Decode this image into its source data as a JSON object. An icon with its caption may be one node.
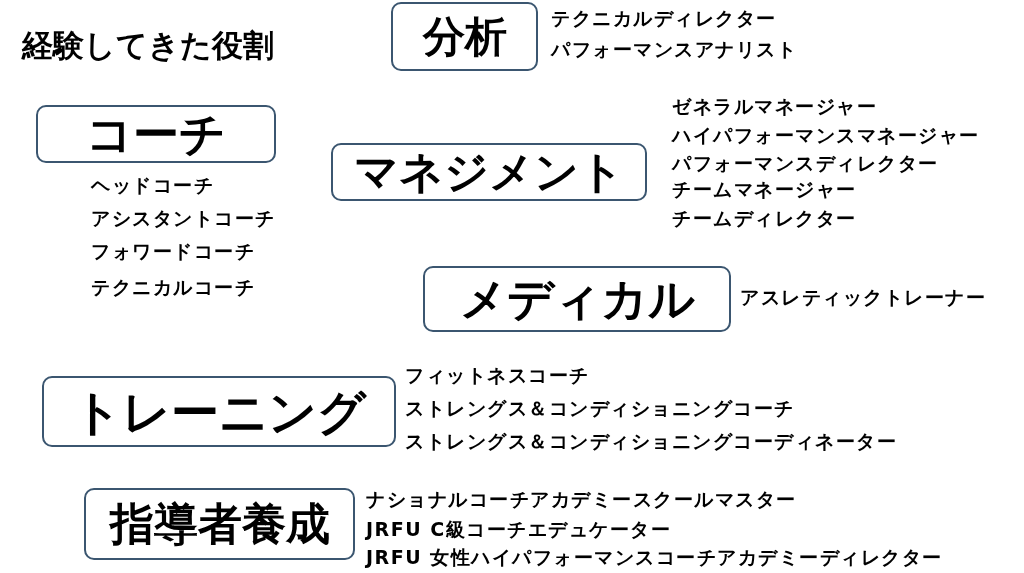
{
  "diagram": {
    "title": "経験してきた役割",
    "nodes": [
      {
        "text": [
          "分析"
        ],
        "beside": [
          "テクニカルディレクター",
          "パフォーマンスアナリスト"
        ]
      },
      {
        "text": [
          "コーチ"
        ],
        "beside": [
          "ヘッドコーチ",
          "アシスタントコーチ",
          "フォワードコーチ",
          "テクニカルコーチ"
        ]
      },
      {
        "text": [
          "マネジメント"
        ],
        "beside": [
          "ゼネラルマネージャー",
          "ハイパフォーマンスマネージャー",
          "パフォーマンスディレクター",
          "チームマネージャー",
          "チームディレクター"
        ]
      },
      {
        "text": [
          "メディカル"
        ],
        "beside": [
          "アスレティックトレーナー"
        ]
      },
      {
        "text": [
          "トレーニング"
        ],
        "beside": [
          "フィットネスコーチ",
          "ストレングス＆コンディショニングコーチ",
          "ストレングス＆コンディショニングコーディネーター"
        ]
      },
      {
        "text": [
          "指導者養成"
        ],
        "beside": [
          "ナショナルコーチアカデミースクールマスター",
          "JRFU C級コーチエデュケーター",
          "JRFU 女性ハイパフォーマンスコーチアカデミーディレクター"
        ]
      }
    ]
  }
}
